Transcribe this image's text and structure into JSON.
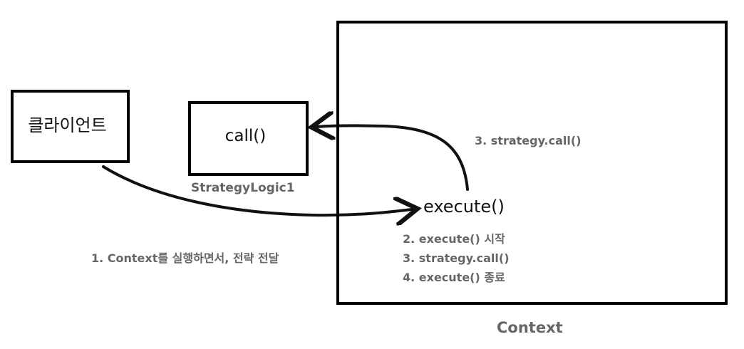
{
  "client": {
    "label": "클라이언트"
  },
  "strategy_logic": {
    "method": "call()",
    "name": "StrategyLogic1"
  },
  "context": {
    "name": "Context",
    "method": "execute()",
    "steps": [
      "2. execute() 시작",
      "3. strategy.call()",
      "4. execute() 종료"
    ]
  },
  "arrows": {
    "client_to_context": "1. Context를 실행하면서, 전략 전달",
    "context_to_strategy": "3. strategy.call()"
  }
}
